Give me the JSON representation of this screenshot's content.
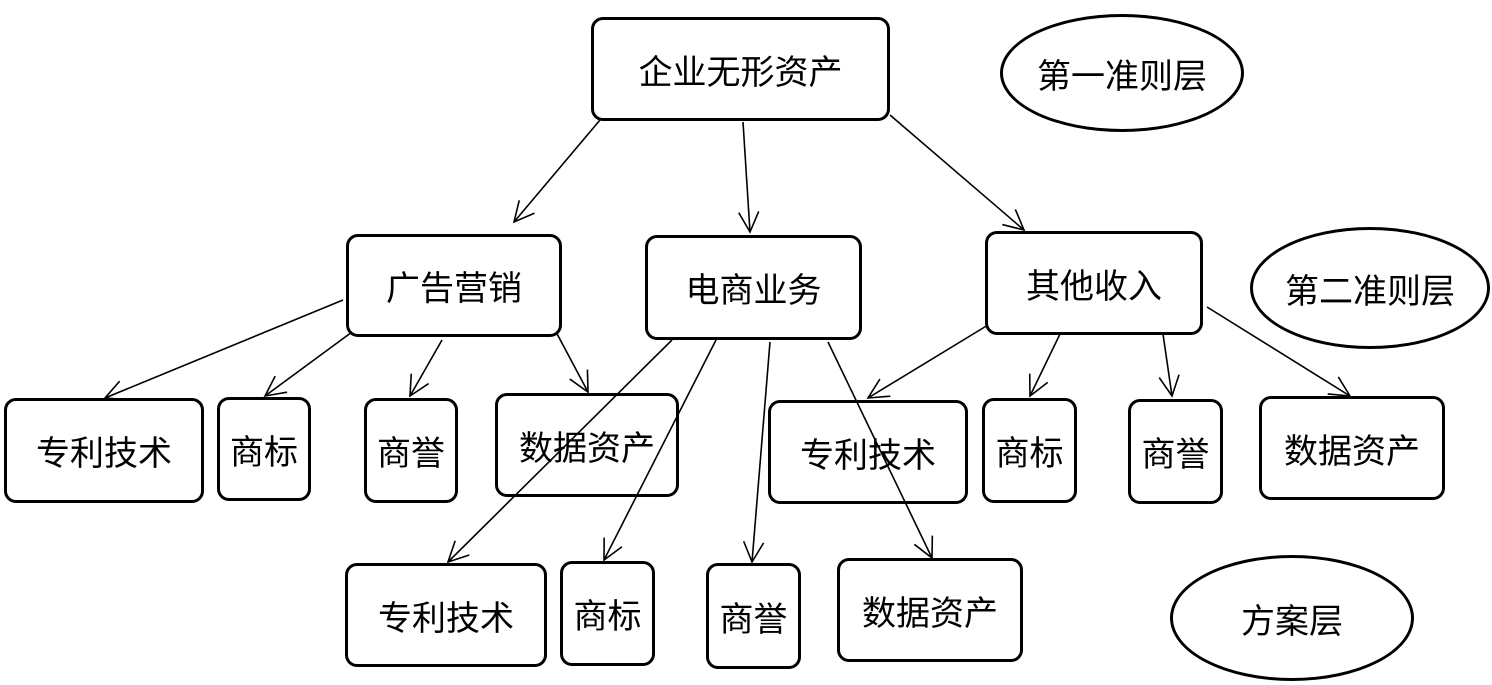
{
  "nodes": {
    "root": "企业无形资产",
    "ad": "广告营销",
    "ecom": "电商业务",
    "other": "其他收入",
    "ad_patent": "专利技术",
    "ad_trademark": "商标",
    "ad_goodwill": "商誉",
    "ad_data": "数据资产",
    "other_patent": "专利技术",
    "other_trademark": "商标",
    "other_goodwill": "商誉",
    "other_data": "数据资产",
    "ecom_patent": "专利技术",
    "ecom_trademark": "商标",
    "ecom_goodwill": "商誉",
    "ecom_data": "数据资产"
  },
  "layers": {
    "criteria1": "第一准则层",
    "criteria2": "第二准则层",
    "scheme": "方案层"
  }
}
